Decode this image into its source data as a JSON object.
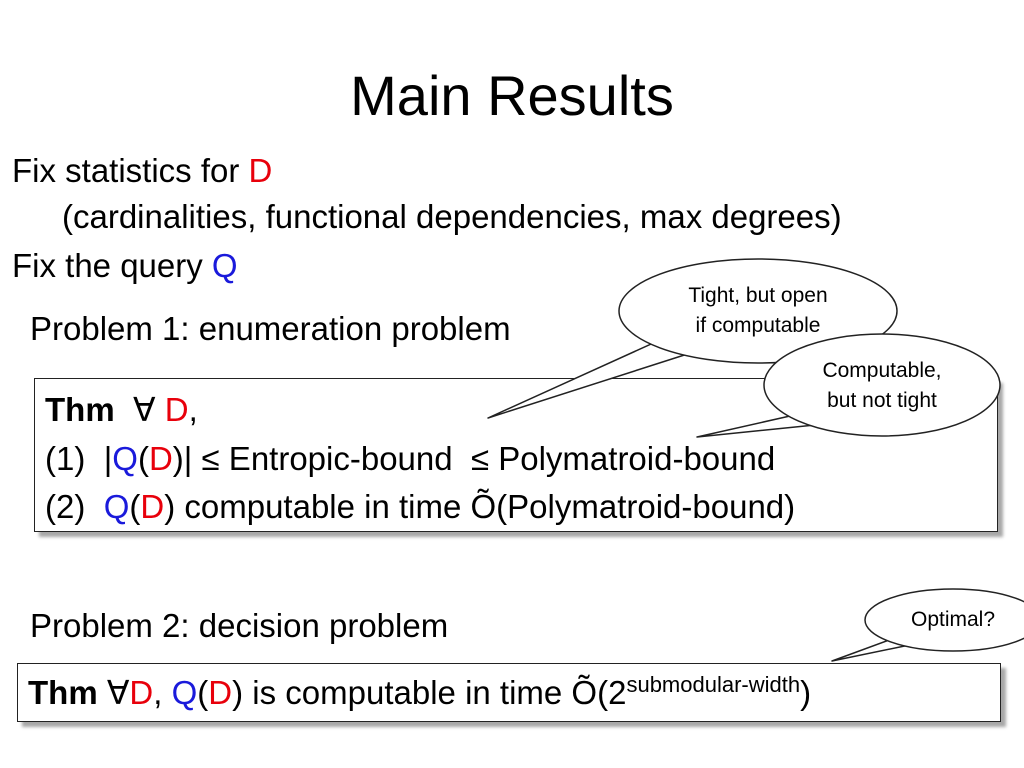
{
  "title": "Main Results",
  "line1": {
    "text": "Fix statistics for ",
    "var": "D"
  },
  "line2": "(cardinalities, functional dependencies, max degrees)",
  "line3": {
    "text": "Fix the query ",
    "var": "Q"
  },
  "problem1": "Problem 1: enumeration problem",
  "problem2": "Problem 2: decision problem",
  "thm1": {
    "thm": "Thm",
    "forall": "∀",
    "D": "D",
    "comma": ",",
    "l1_num": "(1)",
    "l1_bar_open": "|",
    "Q": "Q",
    "paren_open": "(",
    "paren_close": ")",
    "l1_rest": "| ≤ Entropic-bound  ≤ Polymatroid-bound",
    "l2_num": "(2)",
    "l2_rest": " computable in time Õ(Polymatroid-bound)"
  },
  "thm2": {
    "thm": "Thm",
    "forall": "∀",
    "D": "D",
    "comma": ", ",
    "Q": "Q",
    "paren_open": "(",
    "paren_close": ")",
    "rest": " is computable in time Õ(2",
    "sup": "submodular-width",
    "close": ")"
  },
  "bubbles": {
    "tight_line1": "Tight, but open",
    "tight_line2": "if computable",
    "computable_line1": "Computable,",
    "computable_line2": "but not tight",
    "optimal": "Optimal?"
  },
  "colors": {
    "variable_D": "#e8000b",
    "variable_Q": "#1a1adb"
  }
}
